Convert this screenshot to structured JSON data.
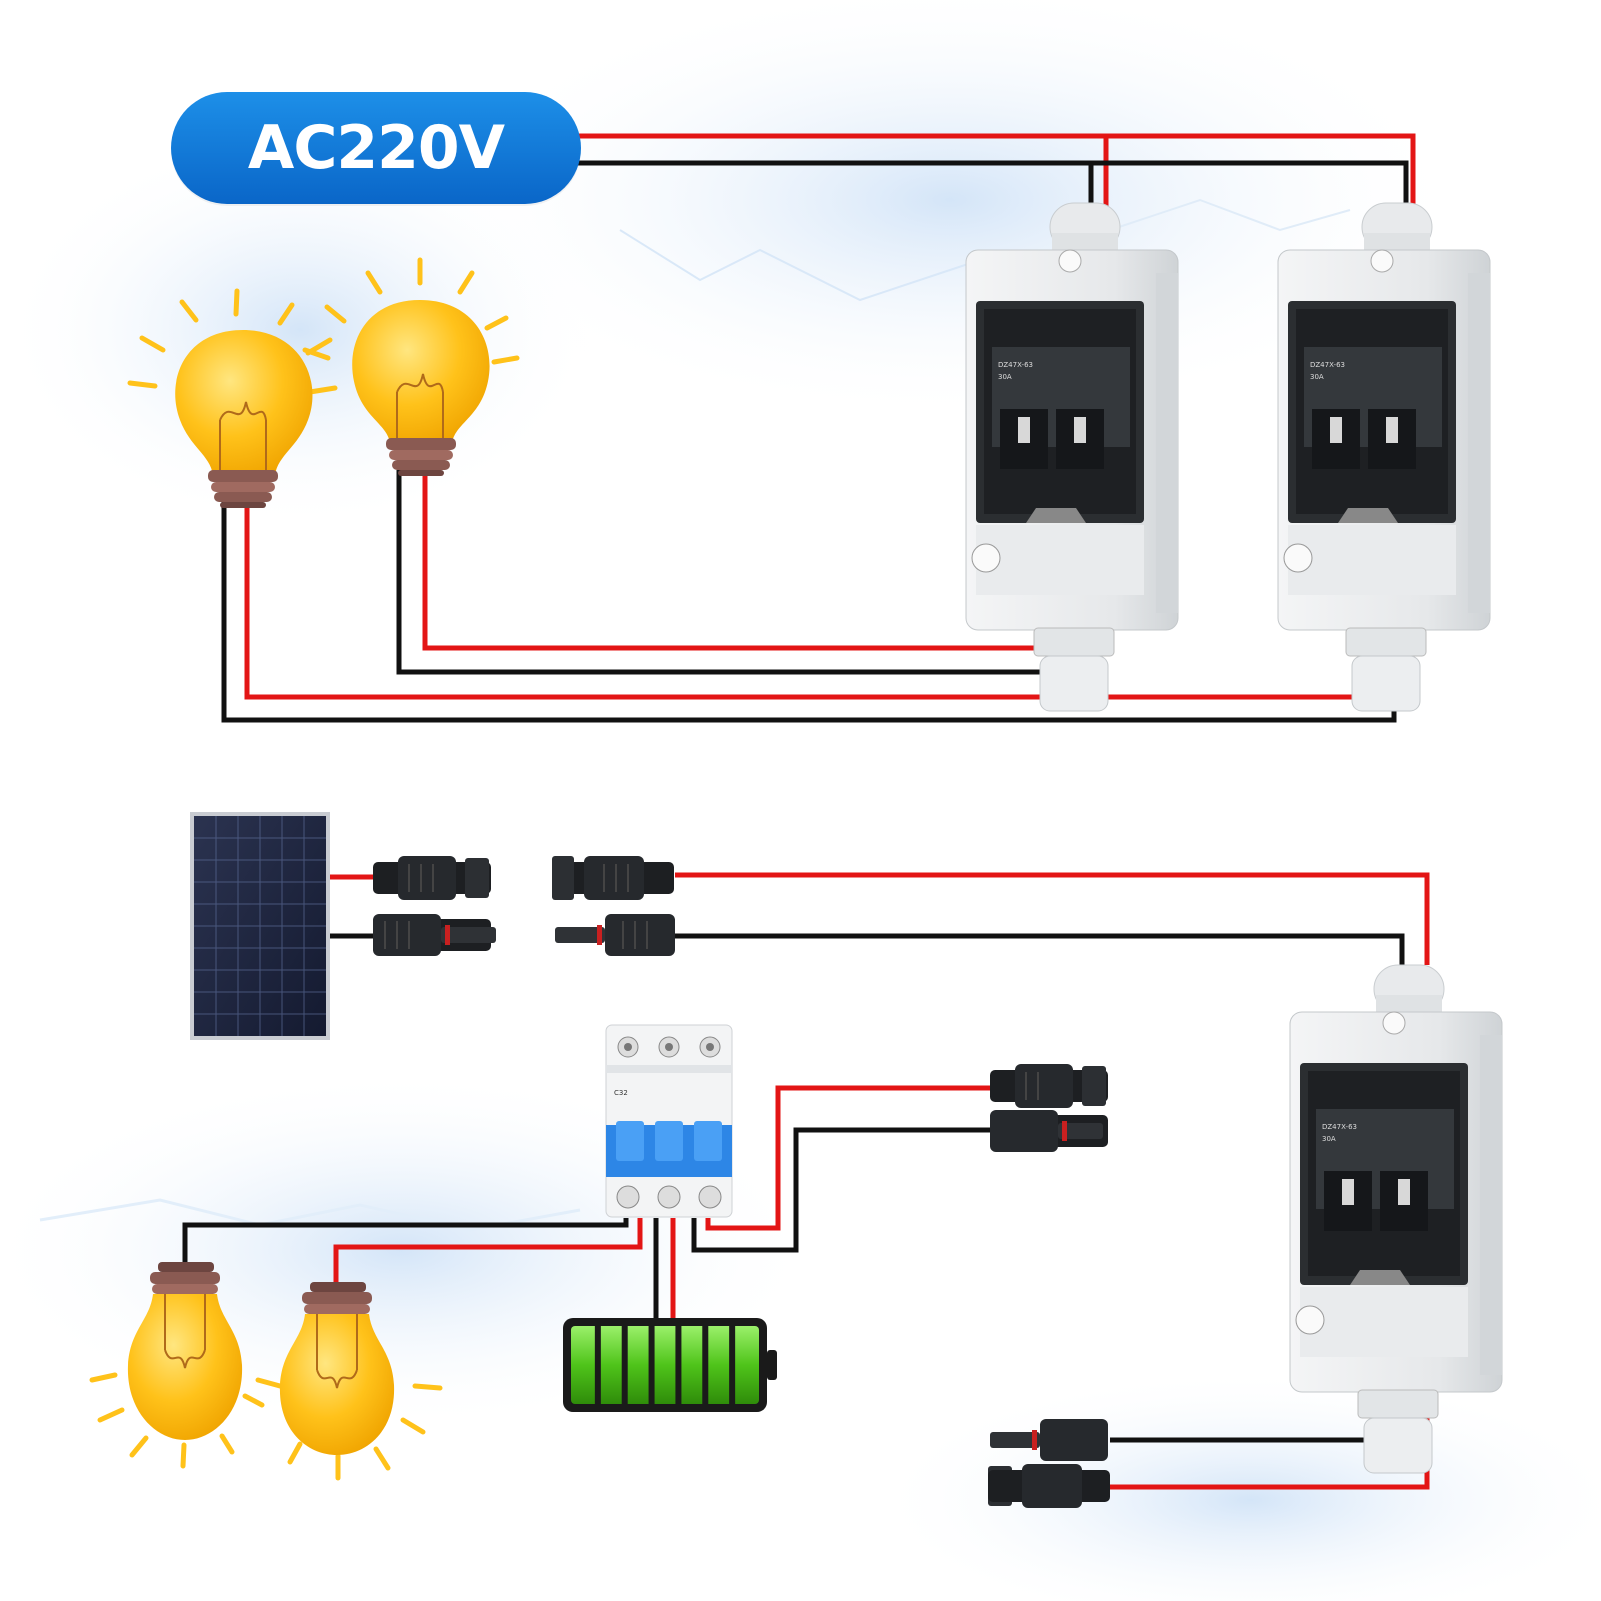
{
  "supply": {
    "label": "AC220V"
  },
  "wire_colors": {
    "positive": "#e31515",
    "negative": "#111111"
  },
  "breaker_enclosures": [
    {
      "model": "DZ47X-63",
      "rating": "30A"
    },
    {
      "model": "DZ47X-63",
      "rating": "30A"
    },
    {
      "model": "DZ47X-63",
      "rating": "30A"
    }
  ],
  "mcb": {
    "rating": "C32"
  },
  "icons": [
    "light-bulb",
    "solar-panel",
    "mc4-connector",
    "battery",
    "lightning-background"
  ],
  "battery": {
    "level": 1.0,
    "color": "#58d11d"
  }
}
